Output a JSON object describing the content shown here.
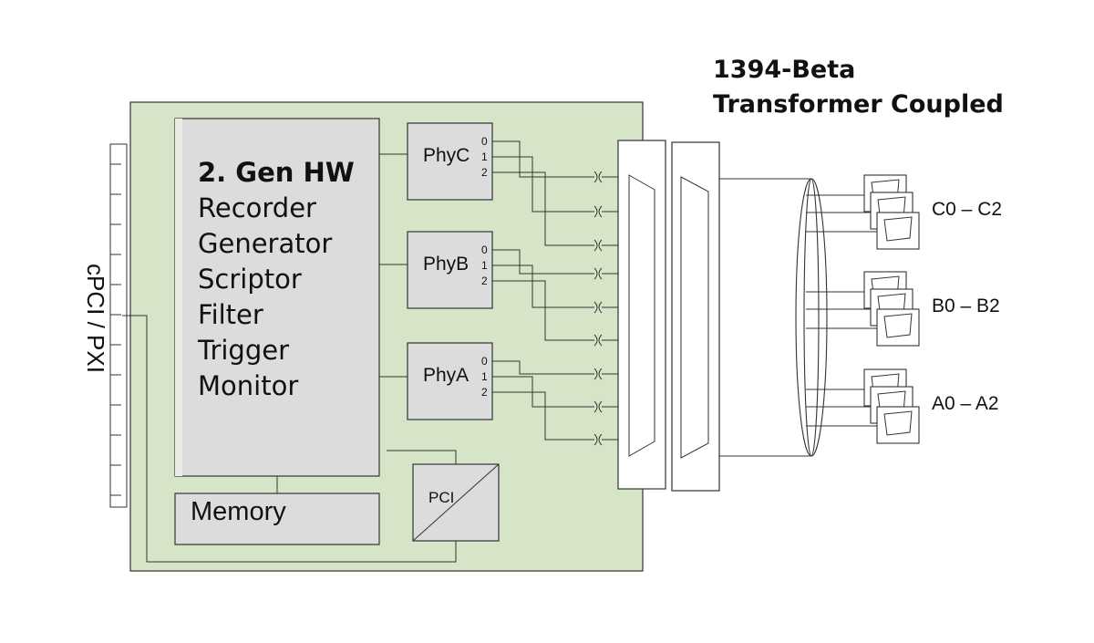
{
  "title": {
    "line1": "1394-Beta",
    "line2": "Transformer Coupled"
  },
  "bus_label": "cPCI / PXI",
  "main_block": {
    "heading": "2. Gen HW",
    "features": [
      "Recorder",
      "Generator",
      "Scriptor",
      "Filter",
      "Trigger",
      "Monitor"
    ]
  },
  "memory_label": "Memory",
  "pci_label": "PCI",
  "phys": [
    {
      "name": "PhyC",
      "ports": [
        "0",
        "1",
        "2"
      ]
    },
    {
      "name": "PhyB",
      "ports": [
        "0",
        "1",
        "2"
      ]
    },
    {
      "name": "PhyA",
      "ports": [
        "0",
        "1",
        "2"
      ]
    }
  ],
  "port_groups": [
    "C0 – C2",
    "B0 – B2",
    "A0 – A2"
  ],
  "colors": {
    "board": "#d6e4c8",
    "block": "#dcdcdc",
    "stroke": "#333333",
    "text": "#111111"
  }
}
